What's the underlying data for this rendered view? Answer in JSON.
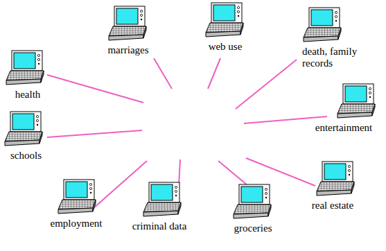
{
  "diagram": {
    "nodes": [
      {
        "text": [
          "health"
        ]
      },
      {
        "text": [
          "marriages"
        ]
      },
      {
        "text": [
          "web use"
        ]
      },
      {
        "text": [
          "death, family records"
        ]
      },
      {
        "text": [
          "entertainment"
        ]
      },
      {
        "text": [
          "real estate"
        ]
      },
      {
        "text": [
          "groceries"
        ]
      },
      {
        "text": [
          "criminal data"
        ]
      },
      {
        "text": [
          "employment"
        ]
      },
      {
        "text": [
          "schools"
        ]
      }
    ]
  }
}
